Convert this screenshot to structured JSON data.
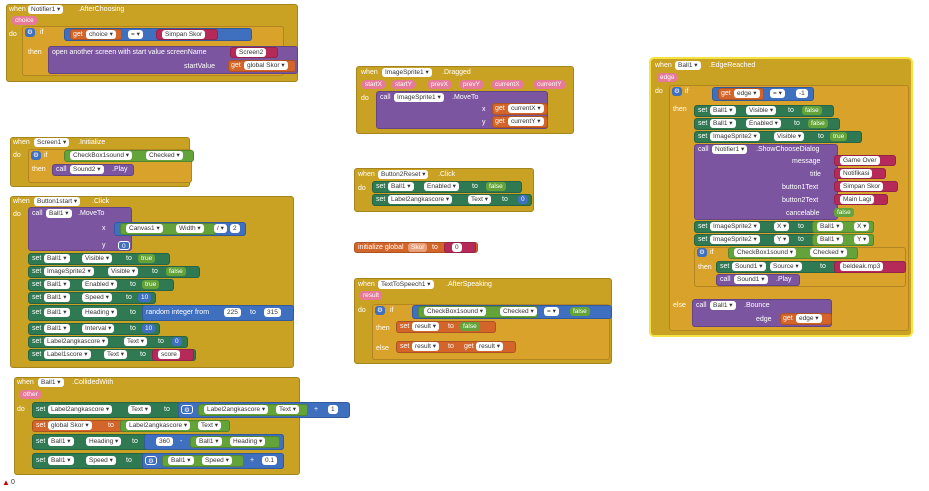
{
  "blocks": {
    "notifier_after": {
      "when": "when",
      "comp": "Notifier1",
      "event": ".AfterChoosing",
      "param": "choice",
      "do": "do",
      "if": "if",
      "get": "get",
      "var": "choice",
      "eq": "=",
      "text": "Simpan Skor",
      "then": "then",
      "open": "open another screen with start value  screenName",
      "screen": "Screen2",
      "startValue": "startValue",
      "global": "global Skor"
    },
    "screen_init": {
      "when": "when",
      "comp": "Screen1",
      "event": ".Initialize",
      "do": "do",
      "if": "if",
      "chk": "CheckBox1sound",
      "prop": "Checked",
      "then": "then",
      "call": "call",
      "snd": "Sound2",
      "play": ".Play"
    },
    "button_start": {
      "when": "when",
      "comp": "Button1start",
      "event": ".Click",
      "do": "do",
      "call": "call",
      "ball": "Ball1",
      "moveto": ".MoveTo",
      "x": "x",
      "y": "y",
      "canvas": "Canvas1",
      "width": "Width",
      "div": "/",
      "two": "2",
      "zero": "0",
      "rows": [
        {
          "set": "set",
          "comp": "Ball1",
          "prop": "Visible",
          "to": "to",
          "val": "true"
        },
        {
          "set": "set",
          "comp": "ImageSprite2",
          "prop": "Visible",
          "to": "to",
          "val": "false"
        },
        {
          "set": "set",
          "comp": "Ball1",
          "prop": "Enabled",
          "to": "to",
          "val": "true"
        },
        {
          "set": "set",
          "comp": "Ball1",
          "prop": "Speed",
          "to": "to",
          "val": "10"
        },
        {
          "set": "set",
          "comp": "Ball1",
          "prop": "Heading",
          "to": "to",
          "val": "random integer from",
          "a": "225",
          "b": "to",
          "c": "315"
        },
        {
          "set": "set",
          "comp": "Ball1",
          "prop": "Interval",
          "to": "to",
          "val": "10"
        },
        {
          "set": "set",
          "comp": "Label2angkascore",
          "prop": "Text",
          "to": "to",
          "val": "0"
        },
        {
          "set": "set",
          "comp": "Label1score",
          "prop": "Text",
          "to": "to",
          "val": "score"
        }
      ]
    },
    "collided": {
      "when": "when",
      "comp": "Ball1",
      "event": ".CollidedWith",
      "param": "other",
      "do": "do",
      "r1": {
        "set": "set",
        "comp": "Label2angkascore",
        "prop": "Text",
        "to": "to",
        "comp2": "Label2angkascore",
        "prop2": "Text",
        "op": "+",
        "val": "1"
      },
      "r2": {
        "set": "set",
        "var": "global Skor",
        "to": "to",
        "comp": "Label2angkascore",
        "prop": "Text"
      },
      "r3": {
        "set": "set",
        "comp": "Ball1",
        "prop": "Heading",
        "to": "to",
        "a": "360",
        "op": "-",
        "comp2": "Ball1",
        "prop2": "Heading"
      },
      "r4": {
        "set": "set",
        "comp": "Ball1",
        "prop": "Speed",
        "to": "to",
        "comp2": "Ball1",
        "prop2": "Speed",
        "op": "+",
        "val": "0.1"
      }
    },
    "dragged": {
      "when": "when",
      "comp": "ImageSprite1",
      "event": ".Dragged",
      "params": [
        "startX",
        "startY",
        "prevX",
        "prevY",
        "currentX",
        "currentY"
      ],
      "do": "do",
      "call": "call",
      "sprite": "ImageSprite1",
      "moveto": ".MoveTo",
      "x": "x",
      "y": "y",
      "get": "get",
      "cx": "currentX",
      "cy": "currentY"
    },
    "reset": {
      "when": "when",
      "comp": "Button2Reset",
      "event": ".Click",
      "do": "do",
      "r1": {
        "set": "set",
        "comp": "Ball1",
        "prop": "Enabled",
        "to": "to",
        "val": "false"
      },
      "r2": {
        "set": "set",
        "comp": "Label2angkascore",
        "prop": "Text",
        "to": "to",
        "val": "0"
      }
    },
    "init_global": {
      "label": "initialize global",
      "name": "Skor",
      "to": "to",
      "val": "0"
    },
    "speaking": {
      "when": "when",
      "comp": "TextToSpeech1",
      "event": ".AfterSpeaking",
      "param": "result",
      "do": "do",
      "if": "if",
      "chk": "CheckBox1sound",
      "prop": "Checked",
      "eq": "=",
      "val": "false",
      "then": "then",
      "set": "set",
      "var": "result",
      "to": "to",
      "fval": "false",
      "else": "else",
      "get": "get"
    },
    "edge": {
      "when": "when",
      "comp": "Ball1",
      "event": ".EdgeReached",
      "param": "edge",
      "do": "do",
      "if": "if",
      "get": "get",
      "var": "edge",
      "eq": "=",
      "val": "-1",
      "then": "then",
      "rows": [
        {
          "set": "set",
          "comp": "Ball1",
          "prop": "Visible",
          "to": "to",
          "val": "false"
        },
        {
          "set": "set",
          "comp": "Ball1",
          "prop": "Enabled",
          "to": "to",
          "val": "false"
        },
        {
          "set": "set",
          "comp": "ImageSprite2",
          "prop": "Visible",
          "to": "to",
          "val": "true"
        }
      ],
      "call": "call",
      "notif": "Notifier1",
      "dialog": ".ShowChooseDialog",
      "args": [
        {
          "k": "message",
          "v": "Game Over"
        },
        {
          "k": "title",
          "v": "Notifikasi"
        },
        {
          "k": "button1Text",
          "v": "Simpan Skor"
        },
        {
          "k": "button2Text",
          "v": "Main Lagi"
        },
        {
          "k": "cancelable",
          "v": "false"
        }
      ],
      "rx": {
        "set": "set",
        "comp": "ImageSprite2",
        "prop": "X",
        "to": "to",
        "comp2": "Ball1",
        "prop2": "X"
      },
      "ry": {
        "set": "set",
        "comp": "ImageSprite2",
        "prop": "Y",
        "to": "to",
        "comp2": "Ball1",
        "prop2": "Y"
      },
      "if2": "if",
      "chk": "CheckBox1sound",
      "chkprop": "Checked",
      "then2": "then",
      "snd": {
        "set": "set",
        "comp": "Sound1",
        "prop": "Source",
        "to": "to",
        "val": "beldeak.mp3"
      },
      "play": {
        "call": "call",
        "comp": "Sound1",
        "method": ".Play"
      },
      "else": "else",
      "bounce": {
        "call": "call",
        "comp": "Ball1",
        "method": ".Bounce",
        "edge": "edge",
        "get": "get",
        "var": "edge"
      }
    }
  },
  "warning": {
    "icon": "warning-icon",
    "count": "0"
  }
}
